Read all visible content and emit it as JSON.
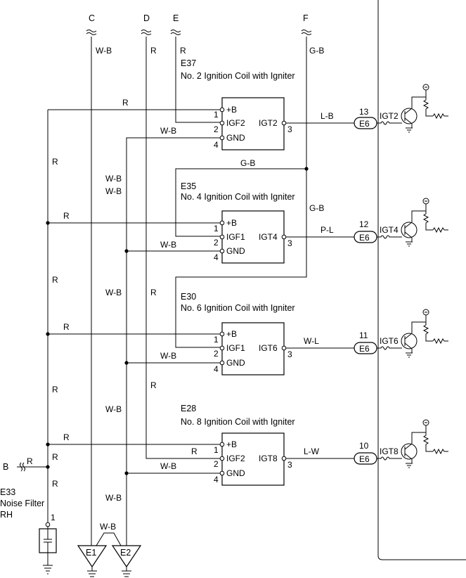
{
  "terminals": {
    "C": "C",
    "D": "D",
    "E": "E",
    "F": "F",
    "B": "B"
  },
  "wire_colors": {
    "wb": "W-B",
    "r": "R",
    "gb": "G-B",
    "lb": "L-B",
    "pl": "P-L",
    "wl": "W-L",
    "lw": "L-W"
  },
  "coils": [
    {
      "id": "E37",
      "name": "No. 2 Ignition Coil with Igniter",
      "pin1": "1",
      "pin2": "2",
      "pin3": "3",
      "pin4": "4",
      "lbl_b": "+B",
      "lbl_igf": "IGF2",
      "lbl_gnd": "GND",
      "lbl_igt": "IGT2",
      "ecu_pin": "13",
      "connector": "E6",
      "ecu_label": "IGT2"
    },
    {
      "id": "E35",
      "name": "No. 4 Ignition Coil with Igniter",
      "pin1": "1",
      "pin2": "2",
      "pin3": "3",
      "pin4": "4",
      "lbl_b": "+B",
      "lbl_igf": "IGF1",
      "lbl_gnd": "GND",
      "lbl_igt": "IGT4",
      "ecu_pin": "12",
      "connector": "E6",
      "ecu_label": "IGT4"
    },
    {
      "id": "E30",
      "name": "No. 6 Ignition Coil with Igniter",
      "pin1": "1",
      "pin2": "2",
      "pin3": "3",
      "pin4": "4",
      "lbl_b": "+B",
      "lbl_igf": "IGF1",
      "lbl_gnd": "GND",
      "lbl_igt": "IGT6",
      "ecu_pin": "11",
      "connector": "E6",
      "ecu_label": "IGT6"
    },
    {
      "id": "E28",
      "name": "No. 8 Ignition Coil with Igniter",
      "pin1": "1",
      "pin2": "2",
      "pin3": "3",
      "pin4": "4",
      "lbl_b": "+B",
      "lbl_igf": "IGF2",
      "lbl_gnd": "GND",
      "lbl_igt": "IGT8",
      "ecu_pin": "10",
      "connector": "E6",
      "ecu_label": "IGT8"
    }
  ],
  "noise_filter": {
    "id": "E33",
    "line1": "Noise Filter",
    "line2": "RH",
    "pin": "1"
  },
  "grounds": {
    "e1": "E1",
    "e2": "E2"
  }
}
